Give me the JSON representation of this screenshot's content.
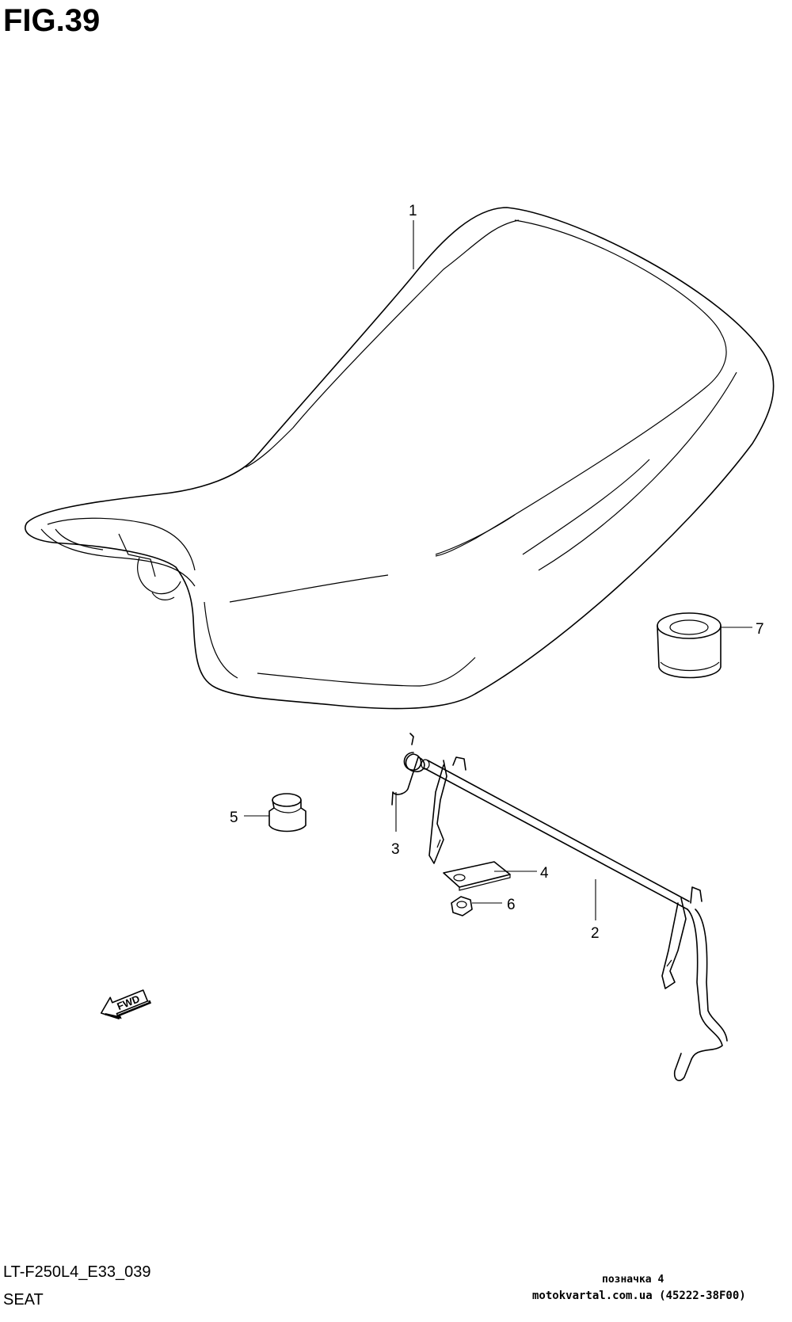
{
  "figure": {
    "title": "FIG.39"
  },
  "parts": [
    {
      "ref": "1"
    },
    {
      "ref": "2"
    },
    {
      "ref": "3"
    },
    {
      "ref": "4"
    },
    {
      "ref": "5"
    },
    {
      "ref": "6"
    },
    {
      "ref": "7"
    }
  ],
  "direction_marker": {
    "label": "FWD",
    "icon": "forward-arrow-icon"
  },
  "footer": {
    "model_code": "LT-F250L4_E33_039",
    "section_name": "SEAT",
    "ref_mark": "позначка 4",
    "source_line": "motokvartal.com.ua (45222-38F00)"
  }
}
